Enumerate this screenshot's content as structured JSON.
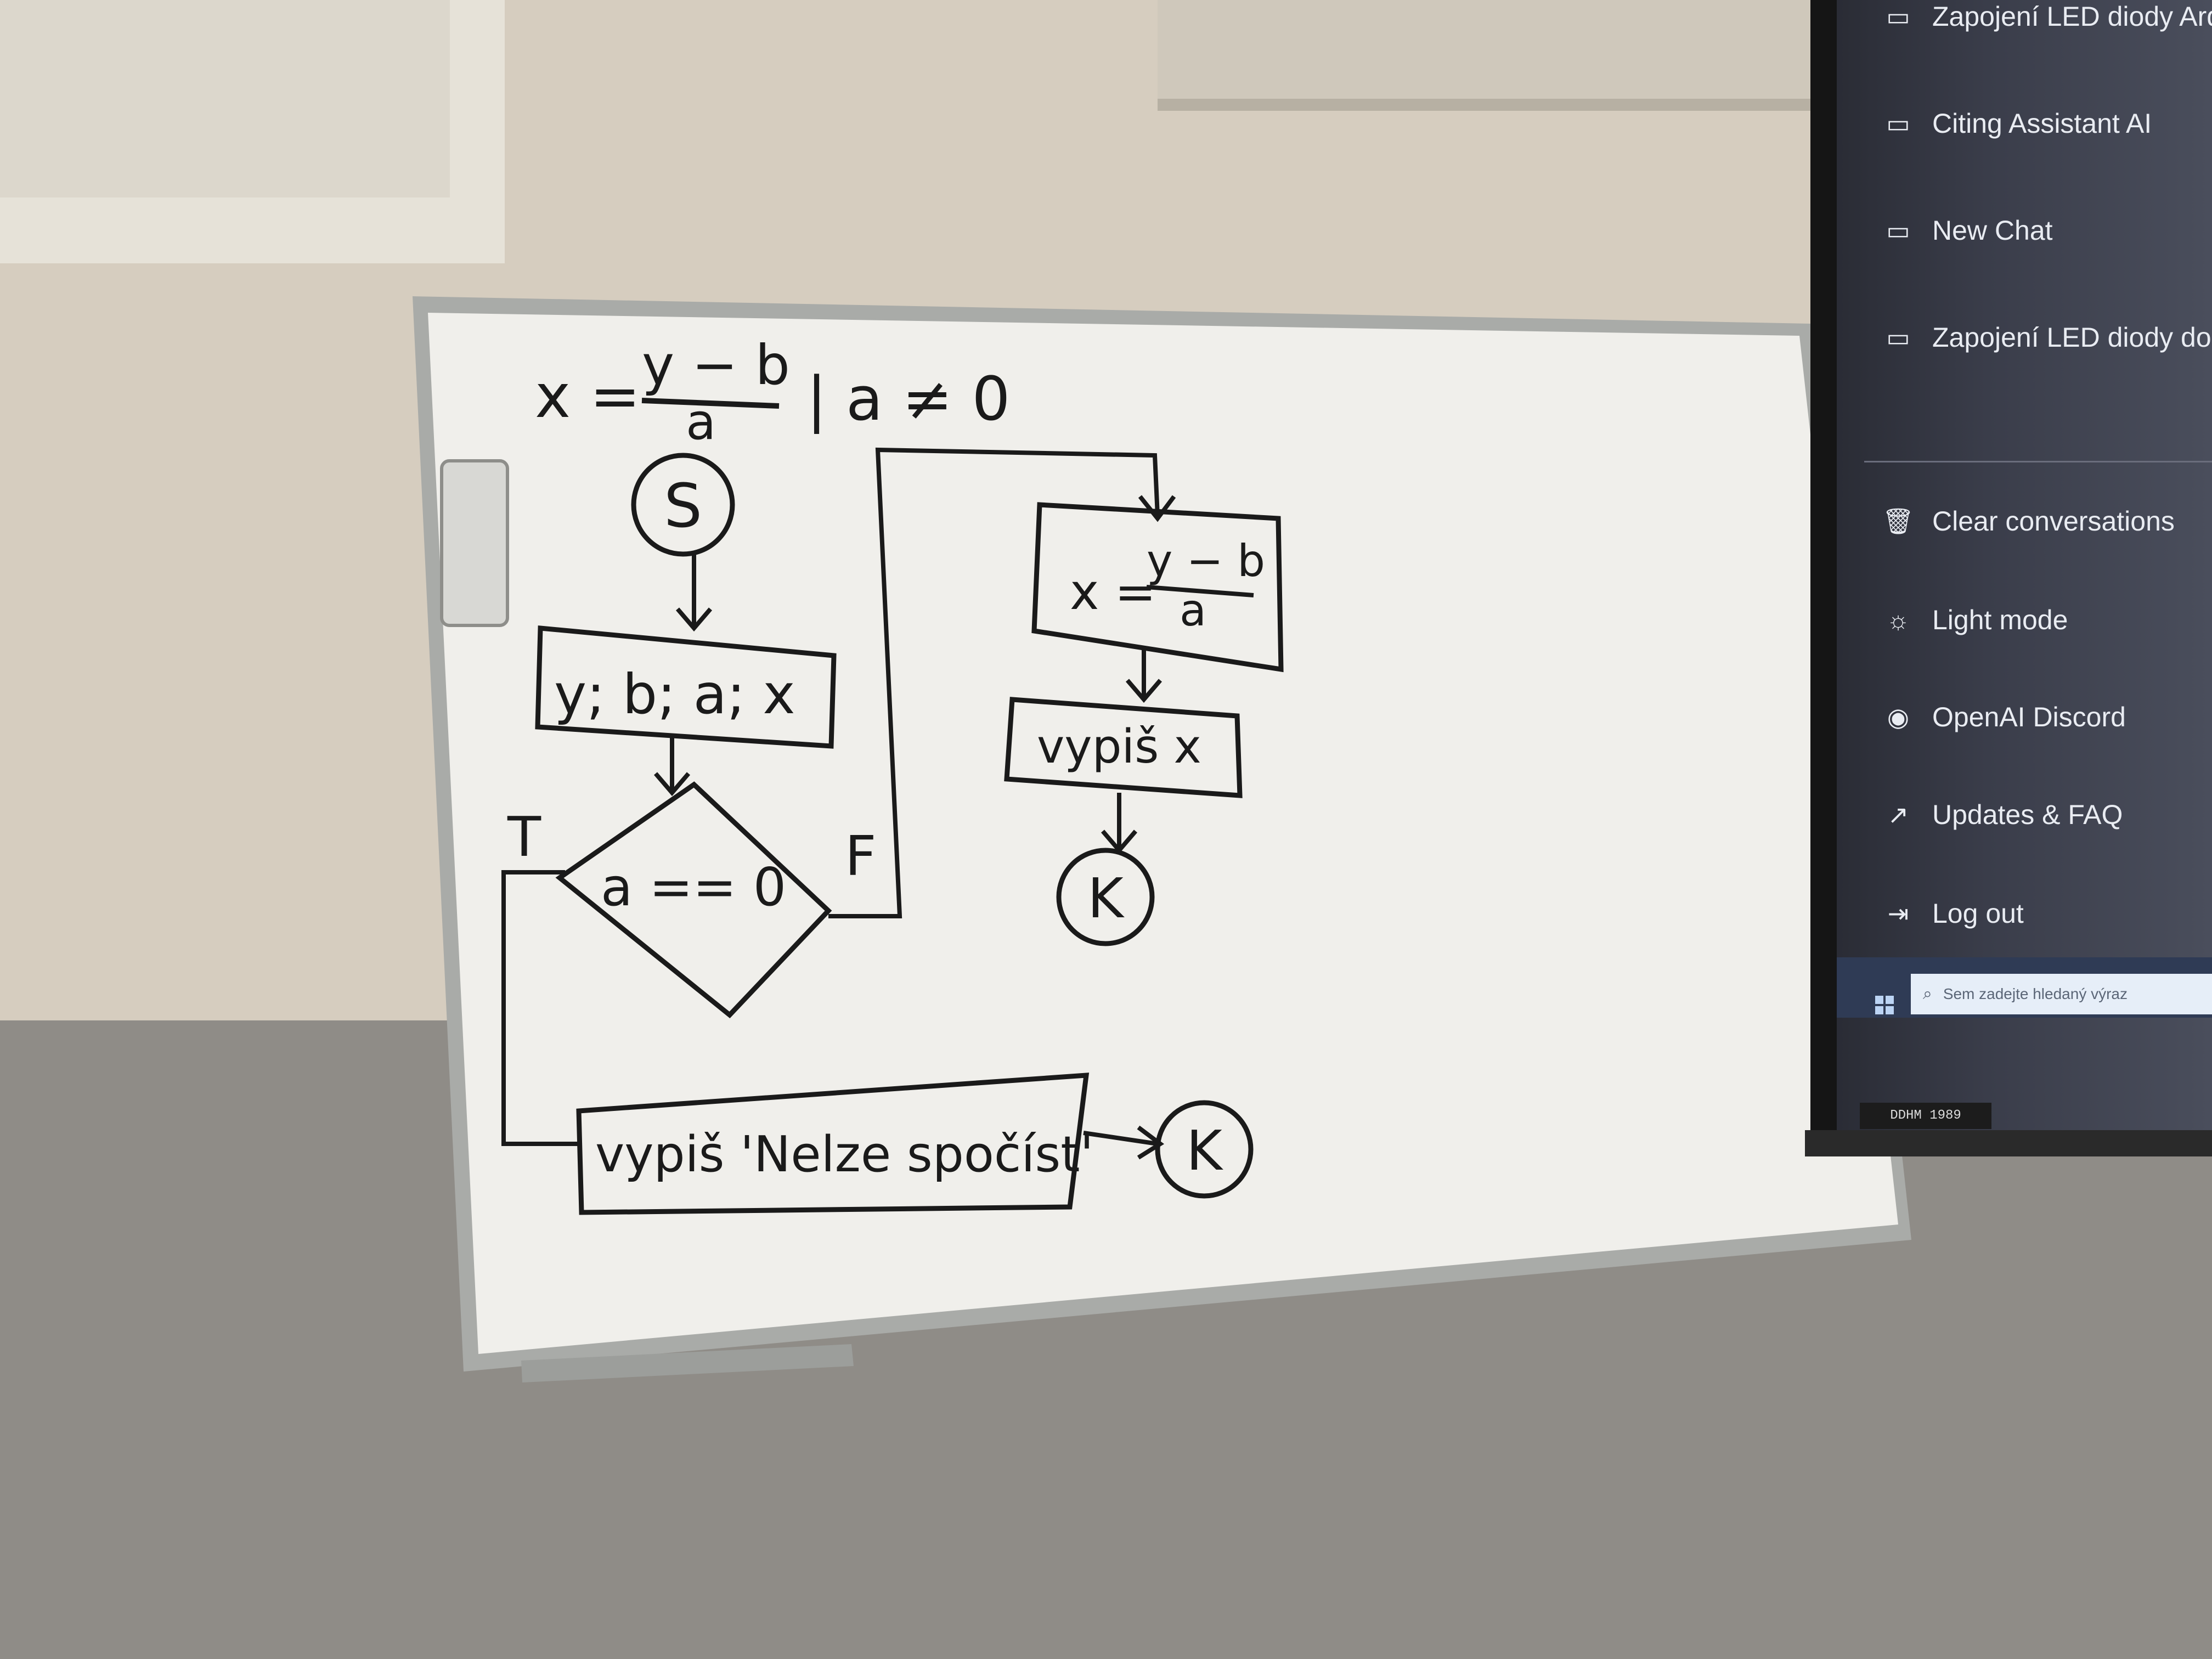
{
  "screen": {
    "items": [
      {
        "label": "Zapojení LED diody Ard",
        "icon": "chat-bubble-icon"
      },
      {
        "label": "Citing Assistant AI",
        "icon": "chat-bubble-icon"
      },
      {
        "label": "New Chat",
        "icon": "chat-bubble-icon"
      },
      {
        "label": "Zapojení LED diody do A",
        "icon": "chat-bubble-icon"
      },
      {
        "label": "Clear conversations",
        "icon": "trash-icon"
      },
      {
        "label": "Light mode",
        "icon": "sun-icon"
      },
      {
        "label": "OpenAI Discord",
        "icon": "discord-icon"
      },
      {
        "label": "Updates & FAQ",
        "icon": "external-link-icon"
      },
      {
        "label": "Log out",
        "icon": "logout-icon"
      }
    ],
    "search_placeholder": "Sem zadejte hledaný výraz",
    "projector_label": "DDHM 1989"
  },
  "whiteboard": {
    "formula_lhs": "x =",
    "formula_numerator": "y − b",
    "formula_denominator": "a",
    "formula_condition": "| a ≠ 0",
    "start_node": "S",
    "input_box": "y; b; a; x",
    "decision": "a == 0",
    "true_label": "T",
    "false_label": "F",
    "compute_lhs": "x =",
    "compute_numerator": "y − b",
    "compute_denominator": "a",
    "output_x": "vypiš x",
    "end_node_right": "K",
    "output_error": "vypiš 'Nelze spočíst'",
    "end_node_bottom": "K"
  },
  "colors": {
    "wall_upper": "#d4cbbd",
    "wall_lower": "#8e8b86",
    "board": "#f1f0ec",
    "frame": "#a9aba8",
    "marker": "#1a1a1a"
  }
}
